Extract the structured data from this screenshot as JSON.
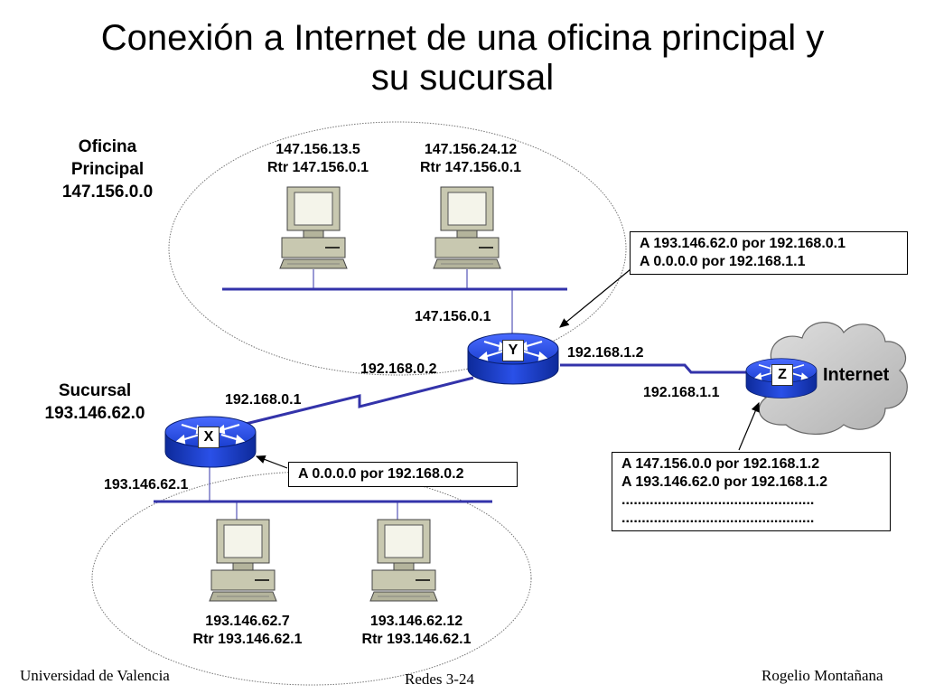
{
  "title": {
    "line1": "Conexión a Internet de una oficina principal y",
    "line2": "su sucursal"
  },
  "office": {
    "name_line1": "Oficina",
    "name_line2": "Principal",
    "network": "147.156.0.0",
    "pc1": {
      "ip": "147.156.13.5",
      "rtr": "Rtr 147.156.0.1"
    },
    "pc2": {
      "ip": "147.156.24.12",
      "rtr": "Rtr 147.156.0.1"
    },
    "lan_gateway": "147.156.0.1"
  },
  "branch": {
    "name": "Sucursal",
    "network": "193.146.62.0",
    "lan_gateway": "193.146.62.1",
    "pc1": {
      "ip": "193.146.62.7",
      "rtr": "Rtr 193.146.62.1"
    },
    "pc2": {
      "ip": "193.146.62.12",
      "rtr": "Rtr 193.146.62.1"
    }
  },
  "routers": {
    "y": {
      "label": "Y",
      "wan_left": "192.168.0.2",
      "wan_right": "192.168.1.2"
    },
    "x": {
      "label": "X",
      "wan": "192.168.0.1"
    },
    "z": {
      "label": "Z",
      "wan": "192.168.1.1"
    }
  },
  "internet_label": "Internet",
  "routing_tables": {
    "y": [
      "A 193.146.62.0 por 192.168.0.1",
      "A 0.0.0.0 por 192.168.1.1"
    ],
    "x": [
      "A 0.0.0.0 por 192.168.0.2"
    ],
    "z": [
      "A 147.156.0.0 por 192.168.1.2",
      "A 193.146.62.0 por 192.168.1.2",
      "................................................",
      "................................................"
    ]
  },
  "footer": {
    "left": "Universidad de Valencia",
    "center": "Redes 3-24",
    "right": "Rogelio Montañana"
  },
  "colors": {
    "link": "#3333aa",
    "router_blue": "#1a3fd0",
    "cloud": "#c8c8c8",
    "pc_body": "#c8c8b0"
  },
  "icons": {
    "router": "router-icon",
    "pc": "workstation-icon",
    "cloud": "internet-cloud-icon"
  }
}
